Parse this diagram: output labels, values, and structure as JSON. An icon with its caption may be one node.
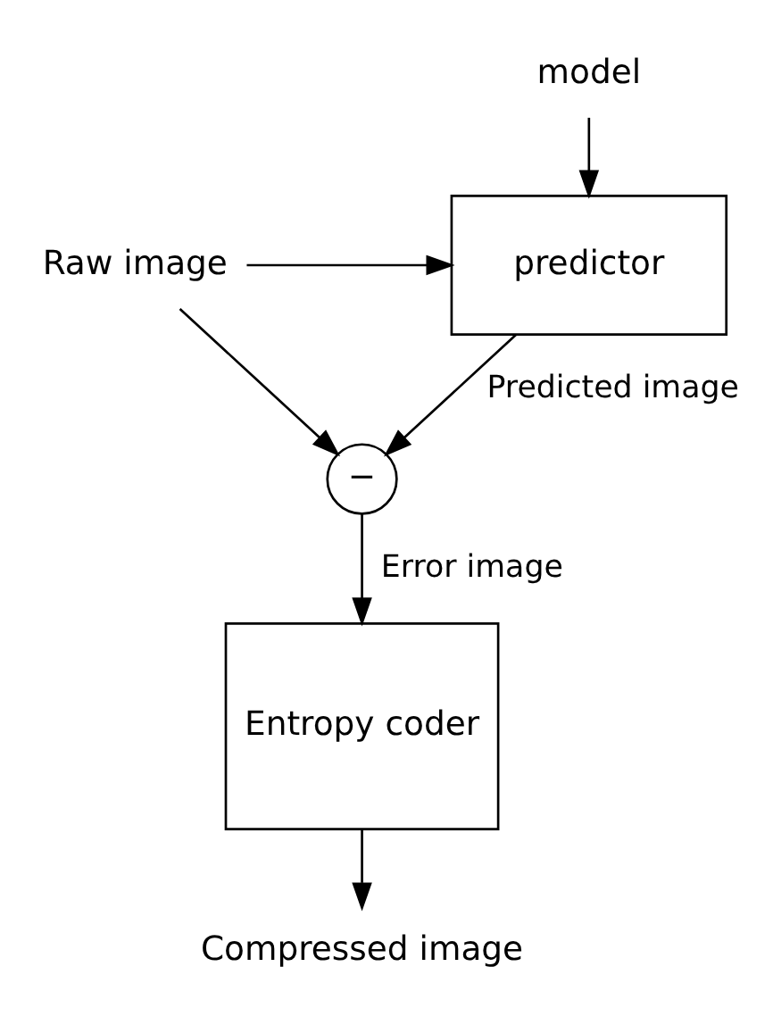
{
  "diagram": {
    "nodes": [
      {
        "text": [
          "model"
        ]
      },
      {
        "text": [
          "predictor"
        ]
      },
      {
        "text": [
          "Raw image"
        ]
      },
      {
        "text": [
          "−"
        ]
      },
      {
        "text": [
          "Entropy coder"
        ]
      },
      {
        "text": [
          "Compressed image"
        ]
      }
    ],
    "edges": [
      {
        "from": 0,
        "to": 1,
        "arrow": "to"
      },
      {
        "from": 2,
        "to": 1,
        "arrow": "to"
      },
      {
        "from": 1,
        "to": 3,
        "arrow": "to",
        "label": "Predicted image"
      },
      {
        "from": 2,
        "to": 3,
        "arrow": "to"
      },
      {
        "from": 3,
        "to": 4,
        "arrow": "to",
        "label": "Error image"
      },
      {
        "from": 4,
        "to": 5,
        "arrow": "to"
      }
    ]
  }
}
